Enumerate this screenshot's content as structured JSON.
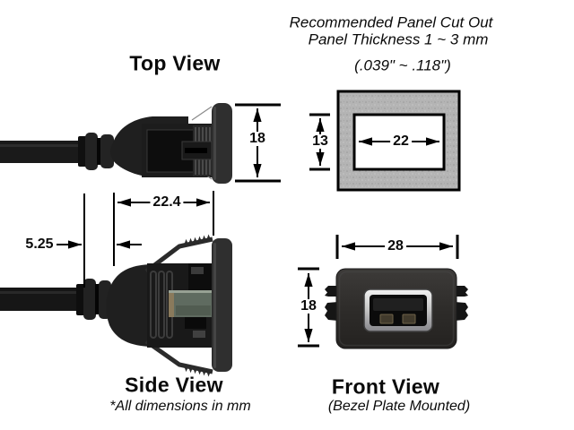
{
  "colors": {
    "background": "#ffffff",
    "line": "#000000",
    "panel_gray": "#b4b4b4",
    "plastic_black": "#1f1f1f",
    "bezel_gray": "#2f2f2f",
    "metal_silver": "#d8d8d8"
  },
  "top_view": {
    "title": "Top View",
    "dim_flange_height_mm": "18",
    "dim_body_length_mm": "22.4",
    "dim_strain_relief_mm": "5.25"
  },
  "panel_cutout": {
    "note_line1": "Recommended Panel Cut Out",
    "note_line2": "Panel Thickness 1 ~ 3 mm",
    "note_line3": "(.039\" ~ .118\")",
    "dim_cutout_height_mm": "13",
    "dim_cutout_width_mm": "22"
  },
  "side_view": {
    "title": "Side View",
    "units_note": "*All dimensions in mm"
  },
  "front_view": {
    "title": "Front View",
    "subtitle": "(Bezel Plate Mounted)",
    "dim_bezel_width_mm": "28",
    "dim_bezel_height_mm": "18"
  }
}
